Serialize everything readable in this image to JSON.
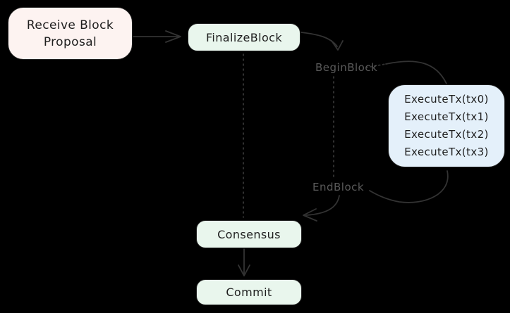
{
  "diagram": {
    "type": "flowchart",
    "background": "#000000",
    "nodes": {
      "receive_block_proposal": {
        "lines": [
          "Receive Block",
          "Proposal"
        ],
        "fill": "#fdf3f1"
      },
      "finalize_block": {
        "label": "FinalizeBlock",
        "fill": "#e9f6ed"
      },
      "execute_tx": {
        "lines": [
          "ExecuteTx(tx0)",
          "ExecuteTx(tx1)",
          "ExecuteTx(tx2)",
          "ExecuteTx(tx3)"
        ],
        "fill": "#e4f0fa"
      },
      "consensus": {
        "label": "Consensus",
        "fill": "#e9f6ed"
      },
      "commit": {
        "label": "Commit",
        "fill": "#e9f6ed"
      }
    },
    "edge_labels": {
      "begin_block": "BeginBlock",
      "end_block": "EndBlock"
    },
    "edges": [
      {
        "from": "receive_block_proposal",
        "to": "finalize_block",
        "style": "solid-arrow"
      },
      {
        "from": "finalize_block",
        "to": "begin_block_label",
        "style": "curved-arrow"
      },
      {
        "from": "begin_block_label",
        "to": "execute_tx",
        "style": "curved-line"
      },
      {
        "from": "execute_tx",
        "to": "end_block_label",
        "style": "curved-line"
      },
      {
        "from": "end_block_label",
        "to": "consensus",
        "style": "curved-arrow"
      },
      {
        "from": "finalize_block",
        "to": "consensus",
        "style": "dotted-line"
      },
      {
        "from": "begin_block_label",
        "to": "end_block_label",
        "style": "dotted-line"
      },
      {
        "from": "consensus",
        "to": "commit",
        "style": "solid-arrow"
      }
    ],
    "colors": {
      "connector_stroke": "#333333",
      "dotted_stroke": "#3d3d3d",
      "edge_label_text": "#5a5a5a",
      "node_border": "#202020",
      "node_text": "#1e1e1e"
    }
  }
}
